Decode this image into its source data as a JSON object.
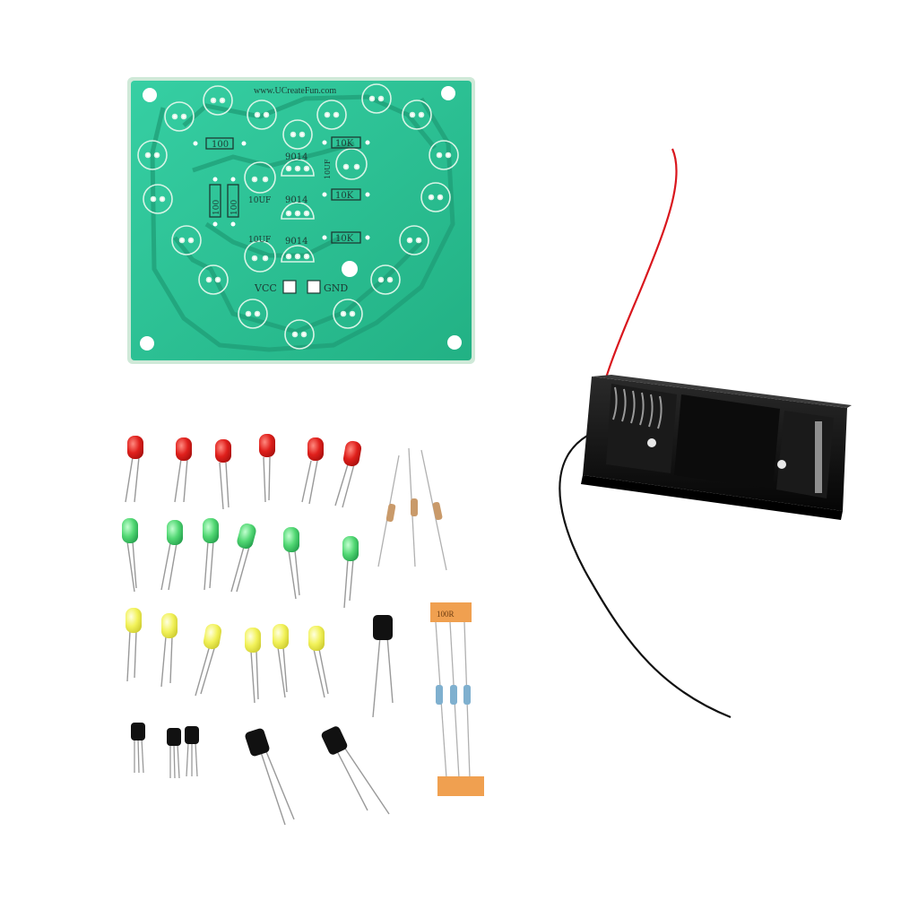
{
  "pcb": {
    "url": "www.UCreateFun.com",
    "resistor_labels": [
      "100",
      "100",
      "100",
      "10K",
      "10K",
      "10K"
    ],
    "transistor_labels": [
      "9014",
      "9014",
      "9014"
    ],
    "capacitor_labels": [
      "10UF",
      "10UF",
      "10UF"
    ],
    "vcc_label": "VCC",
    "gnd_label": "GND",
    "led_count": 18,
    "board_color": "#2fc69a"
  },
  "kit": {
    "resistor_strip_label": "100R",
    "led_colors": {
      "red": "#e0201c",
      "green": "#4cd870",
      "yellow": "#f2f25a"
    },
    "led_count_per_color": 6,
    "battery_holder_color": "#111111",
    "wire_colors": [
      "#d9161d",
      "#111111"
    ]
  }
}
